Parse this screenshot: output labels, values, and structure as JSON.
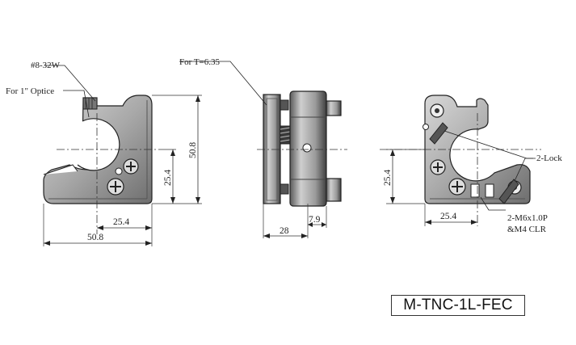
{
  "model": "M-TNC-1L-FEC",
  "front_view": {
    "thread_label": "#8-32W",
    "optic_label": "For 1\" Optice",
    "dim_height": "50.8",
    "dim_half_height": "25.4",
    "dim_half_width": "25.4",
    "dim_width": "50.8"
  },
  "side_view": {
    "thickness_label": "For T=6.35",
    "dim_offset": "7.9",
    "dim_depth": "28"
  },
  "rear_view": {
    "lock_label": "2-Lock",
    "hole_label_line1": "2-M6x1.0P",
    "hole_label_line2": "&M4 CLR",
    "dim_half_height": "25.4",
    "dim_half_width": "25.4"
  },
  "colors": {
    "line": "#222222",
    "body_fill": "#b4b4b4",
    "dark_fill": "#3a3a3a"
  }
}
